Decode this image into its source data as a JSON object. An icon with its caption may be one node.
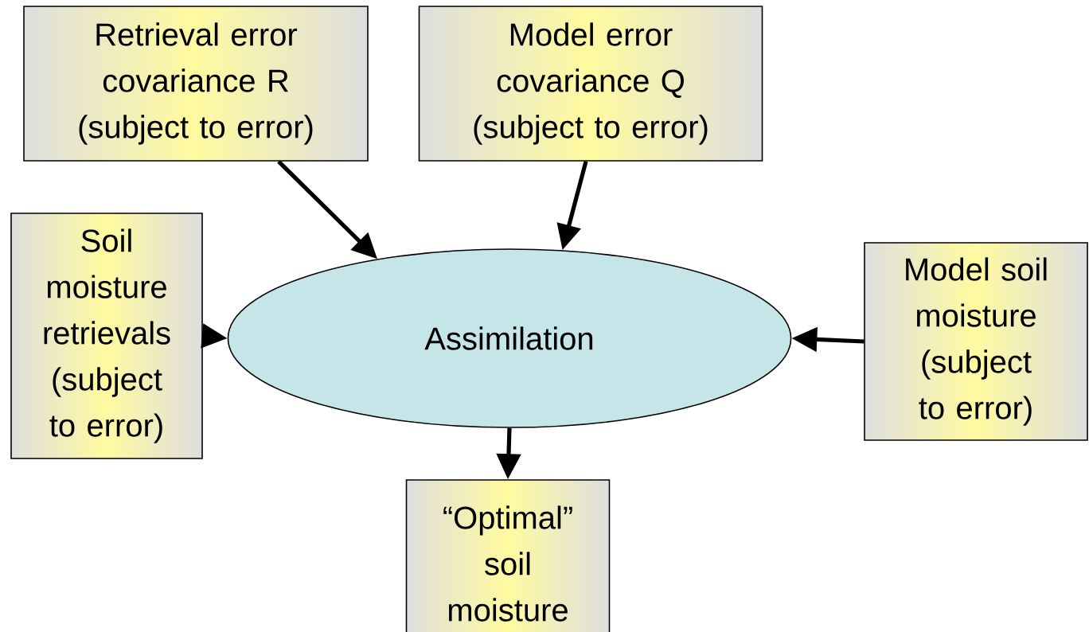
{
  "diagram": {
    "nodes": [
      {
        "text": [
          "Retrieval error covariance R (subject to error)"
        ]
      },
      {
        "text": [
          "Model error covariance Q (subject to error)"
        ]
      },
      {
        "text": [
          "Soil moisture retrievals (subject to error)"
        ]
      },
      {
        "text": [
          "Assimilation"
        ]
      },
      {
        "text": [
          "Model soil moisture (subject to error)"
        ]
      },
      {
        "text": [
          "“Optimal” soil moisture"
        ]
      }
    ],
    "edges": [
      {
        "from": 0,
        "to": 3,
        "arrow": "to"
      },
      {
        "from": 1,
        "to": 3,
        "arrow": "to"
      },
      {
        "from": 2,
        "to": 3,
        "arrow": "to"
      },
      {
        "from": 4,
        "to": 3,
        "arrow": "to"
      },
      {
        "from": 3,
        "to": 5,
        "arrow": "to"
      }
    ]
  }
}
